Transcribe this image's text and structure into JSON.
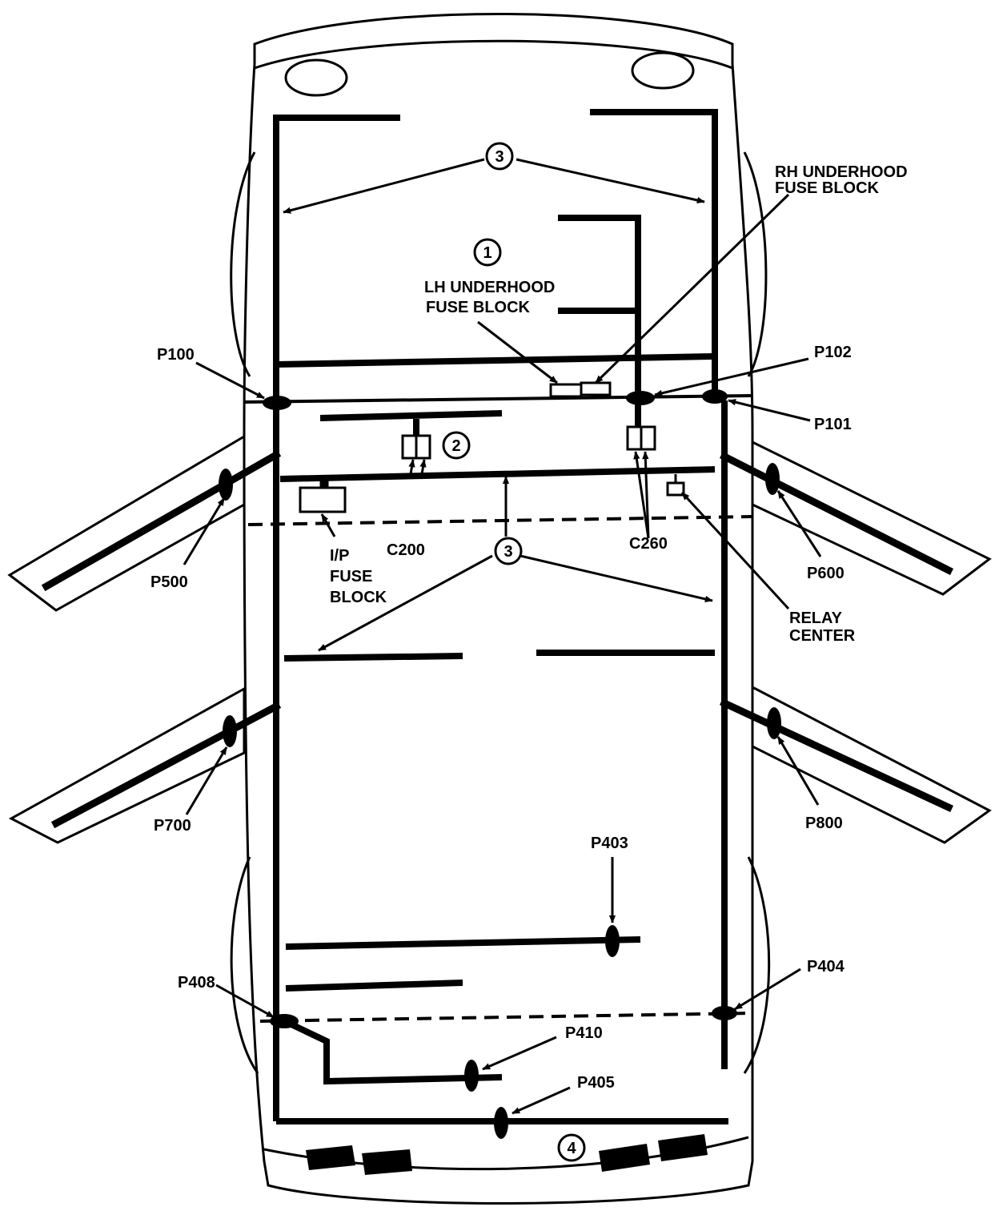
{
  "labels": {
    "rh_fuse_line1": "RH UNDERHOOD",
    "rh_fuse_line2": "FUSE BLOCK",
    "lh_fuse_line1": "LH UNDERHOOD",
    "lh_fuse_line2": "FUSE BLOCK",
    "p100": "P100",
    "p101": "P101",
    "p102": "P102",
    "p500": "P500",
    "p600": "P600",
    "p700": "P700",
    "p800": "P800",
    "p403": "P403",
    "p404": "P404",
    "p405": "P405",
    "p408": "P408",
    "p410": "P410",
    "c200": "C200",
    "c260": "C260",
    "ip_line1": "I/P",
    "ip_line2": "FUSE",
    "ip_line3": "BLOCK",
    "relay_line1": "RELAY",
    "relay_line2": "CENTER"
  },
  "callouts": {
    "n1": "1",
    "n2": "2",
    "n3_top": "3",
    "n3_mid": "3",
    "n4": "4"
  },
  "colors": {
    "ink": "#000000",
    "paper": "#ffffff"
  }
}
